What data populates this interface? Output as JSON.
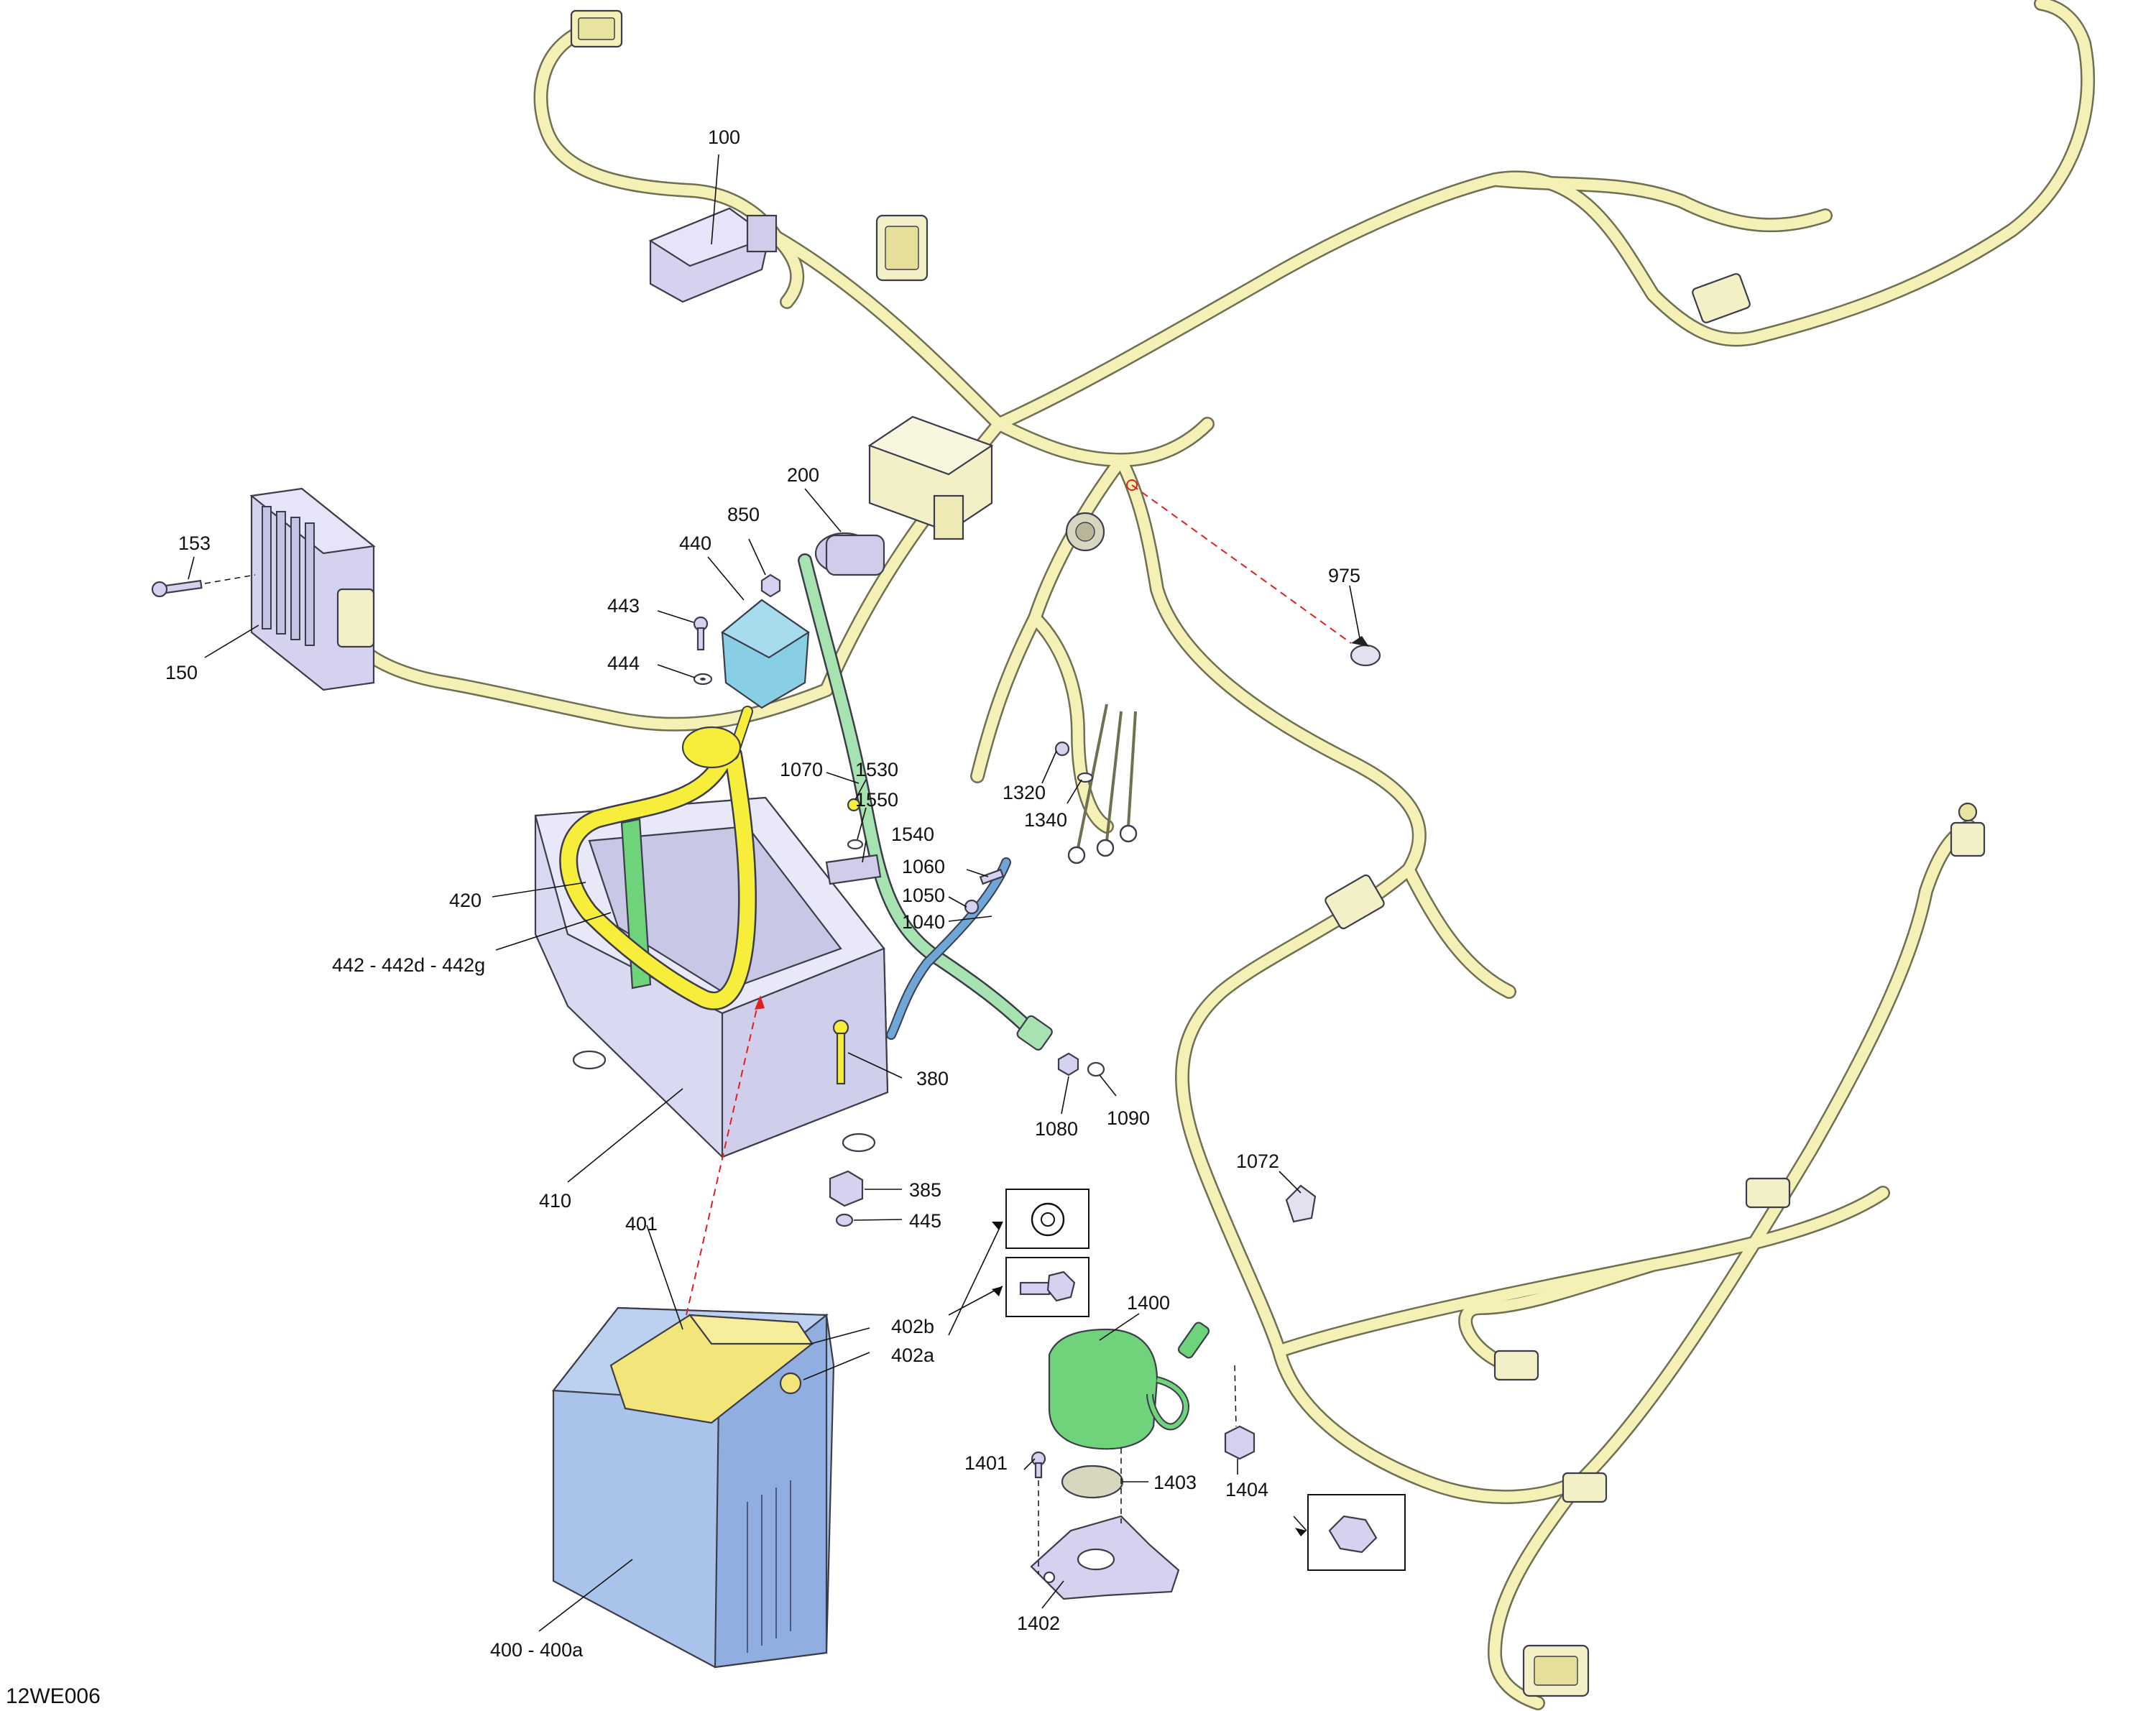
{
  "diagram_code": "12WE006",
  "colors": {
    "harness": "#f5f0b6",
    "battery": "#a9c3ea",
    "battery_box": "#d9d9f2",
    "cable_yellow": "#f7ee3c",
    "cable_green": "#a6e3b0",
    "cable_blue": "#6fa6d8",
    "relay": "#88cfe6",
    "starter_relay": "#6ed37a",
    "guide_line": "#e02020"
  },
  "parts": [
    {
      "id": "p100",
      "text": "100"
    },
    {
      "id": "p200",
      "text": "200"
    },
    {
      "id": "p850",
      "text": "850"
    },
    {
      "id": "p440",
      "text": "440"
    },
    {
      "id": "p153",
      "text": "153"
    },
    {
      "id": "p443",
      "text": "443"
    },
    {
      "id": "p444",
      "text": "444"
    },
    {
      "id": "p150",
      "text": "150"
    },
    {
      "id": "p975",
      "text": "975"
    },
    {
      "id": "p1070",
      "text": "1070"
    },
    {
      "id": "p1530",
      "text": "1530"
    },
    {
      "id": "p1550",
      "text": "1550"
    },
    {
      "id": "p1540",
      "text": "1540"
    },
    {
      "id": "p1060",
      "text": "1060"
    },
    {
      "id": "p1050",
      "text": "1050"
    },
    {
      "id": "p1040",
      "text": "1040"
    },
    {
      "id": "p1320",
      "text": "1320"
    },
    {
      "id": "p1340",
      "text": "1340"
    },
    {
      "id": "p420",
      "text": "420"
    },
    {
      "id": "p442",
      "text": "442 - 442d - 442g"
    },
    {
      "id": "p380",
      "text": "380"
    },
    {
      "id": "p1080",
      "text": "1080"
    },
    {
      "id": "p1090",
      "text": "1090"
    },
    {
      "id": "p410",
      "text": "410"
    },
    {
      "id": "p385",
      "text": "385"
    },
    {
      "id": "p445",
      "text": "445"
    },
    {
      "id": "p1072",
      "text": "1072"
    },
    {
      "id": "p401",
      "text": "401"
    },
    {
      "id": "p402b",
      "text": "402b"
    },
    {
      "id": "p402a",
      "text": "402a"
    },
    {
      "id": "p1400",
      "text": "1400"
    },
    {
      "id": "p1401",
      "text": "1401"
    },
    {
      "id": "p1403",
      "text": "1403"
    },
    {
      "id": "p1404",
      "text": "1404"
    },
    {
      "id": "p1402",
      "text": "1402"
    },
    {
      "id": "p400",
      "text": "400 - 400a"
    }
  ]
}
